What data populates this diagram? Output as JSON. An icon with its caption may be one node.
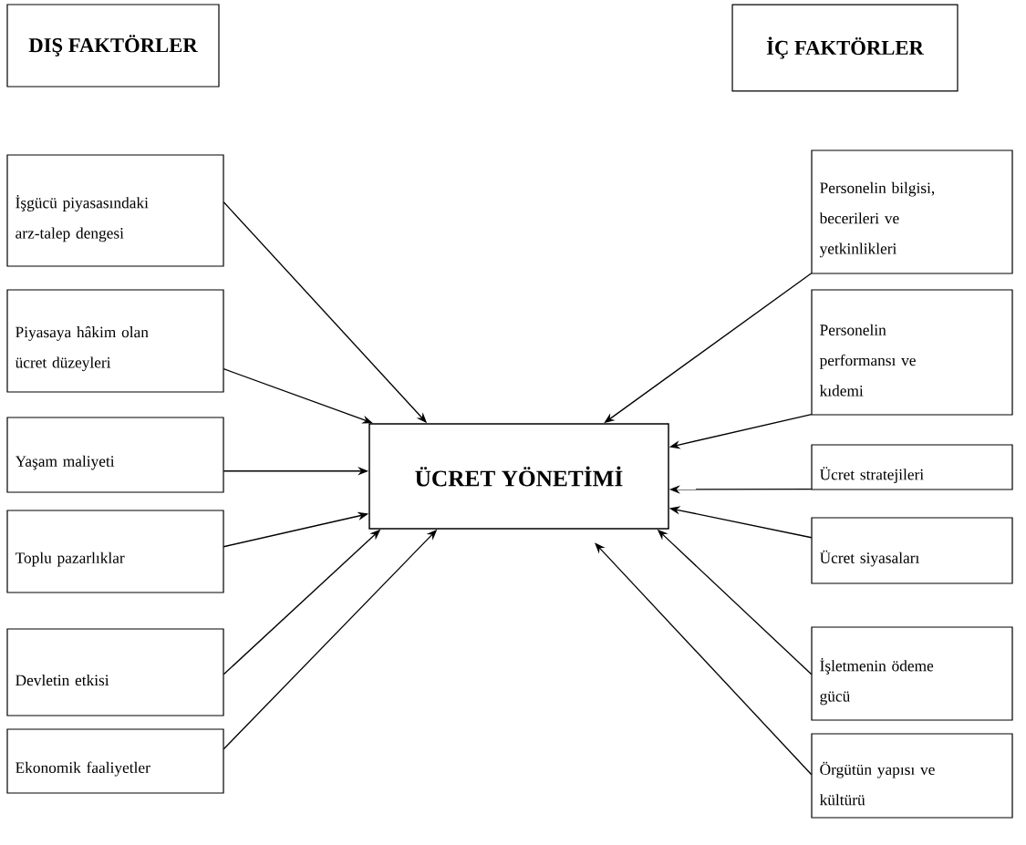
{
  "diagram": {
    "nodes": [
      {
        "text": [
          "DIŞ FAKTÖRLER"
        ]
      },
      {
        "text": [
          "İÇ FAKTÖRLER"
        ]
      },
      {
        "text": [
          "İşgücü piyasasındaki arz-talep dengesi"
        ]
      },
      {
        "text": [
          "Piyasaya hâkim olan ücret düzeyleri"
        ]
      },
      {
        "text": [
          "Yaşam maliyeti"
        ]
      },
      {
        "text": [
          "Toplu pazarlıklar"
        ]
      },
      {
        "text": [
          "Devletin etkisi"
        ]
      },
      {
        "text": [
          "Ekonomik faaliyetler"
        ]
      },
      {
        "text": [
          "ÜCRET YÖNETİMİ"
        ]
      },
      {
        "text": [
          "Personelin bilgisi, becerileri ve yetkinlikleri"
        ]
      },
      {
        "text": [
          "Personelin performansı ve kıdemi"
        ]
      },
      {
        "text": [
          "Ücret stratejileri"
        ]
      },
      {
        "text": [
          "Ücret siyasaları"
        ]
      },
      {
        "text": [
          "İşletmenin ödeme gücü"
        ]
      },
      {
        "text": [
          "Örgütün yapısı ve kültürü"
        ]
      }
    ],
    "edges": [
      {
        "from": 2,
        "to": 8,
        "arrow": "to"
      },
      {
        "from": 3,
        "to": 8,
        "arrow": "to"
      },
      {
        "from": 4,
        "to": 8,
        "arrow": "to"
      },
      {
        "from": 5,
        "to": 8,
        "arrow": "to"
      },
      {
        "from": 6,
        "to": 8,
        "arrow": "to"
      },
      {
        "from": 7,
        "to": 8,
        "arrow": "to"
      },
      {
        "from": 9,
        "to": 8,
        "arrow": "to"
      },
      {
        "from": 10,
        "to": 8,
        "arrow": "to"
      },
      {
        "from": 11,
        "to": 8,
        "arrow": "to"
      },
      {
        "from": 12,
        "to": 8,
        "arrow": "to"
      },
      {
        "from": 13,
        "to": 8,
        "arrow": "to"
      },
      {
        "from": 14,
        "to": 8,
        "arrow": "to"
      }
    ]
  }
}
